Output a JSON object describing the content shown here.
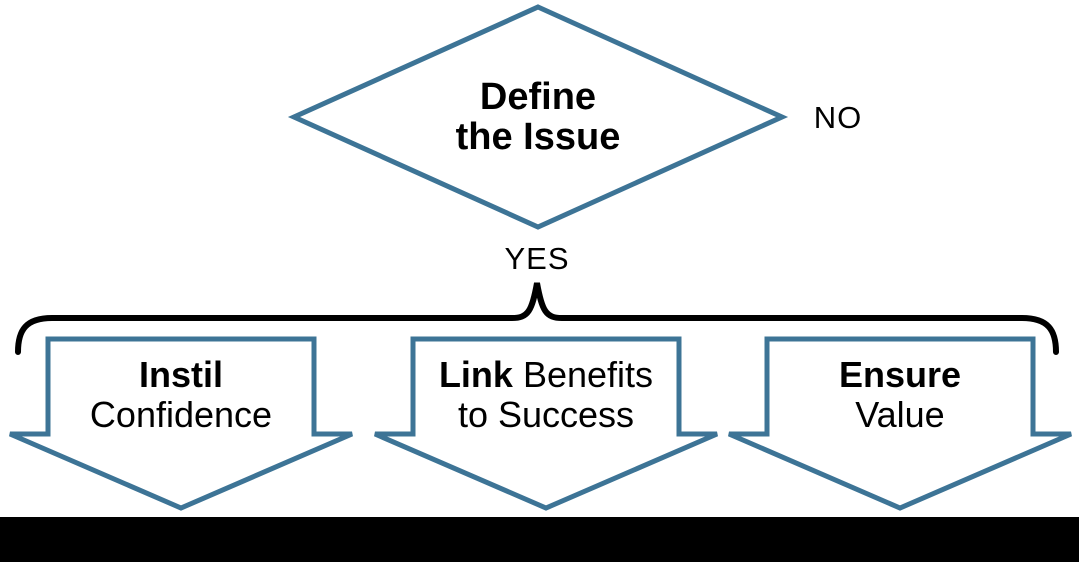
{
  "diagram": {
    "decision": {
      "line1": "Define",
      "line2": "the Issue"
    },
    "no_label": "NO",
    "yes_label": "YES",
    "arrows": [
      {
        "bold": "Instil",
        "rest": "",
        "line2": "Confidence"
      },
      {
        "bold": "Link",
        "rest": " Benefits",
        "line2": "to Success"
      },
      {
        "bold": "Ensure",
        "rest": "",
        "line2": "Value"
      }
    ],
    "colors": {
      "shape_outline": "#3D7496",
      "brace": "#000000",
      "bottom_bar": "#000000",
      "text": "#000000",
      "background": "#FFFFFF"
    }
  }
}
